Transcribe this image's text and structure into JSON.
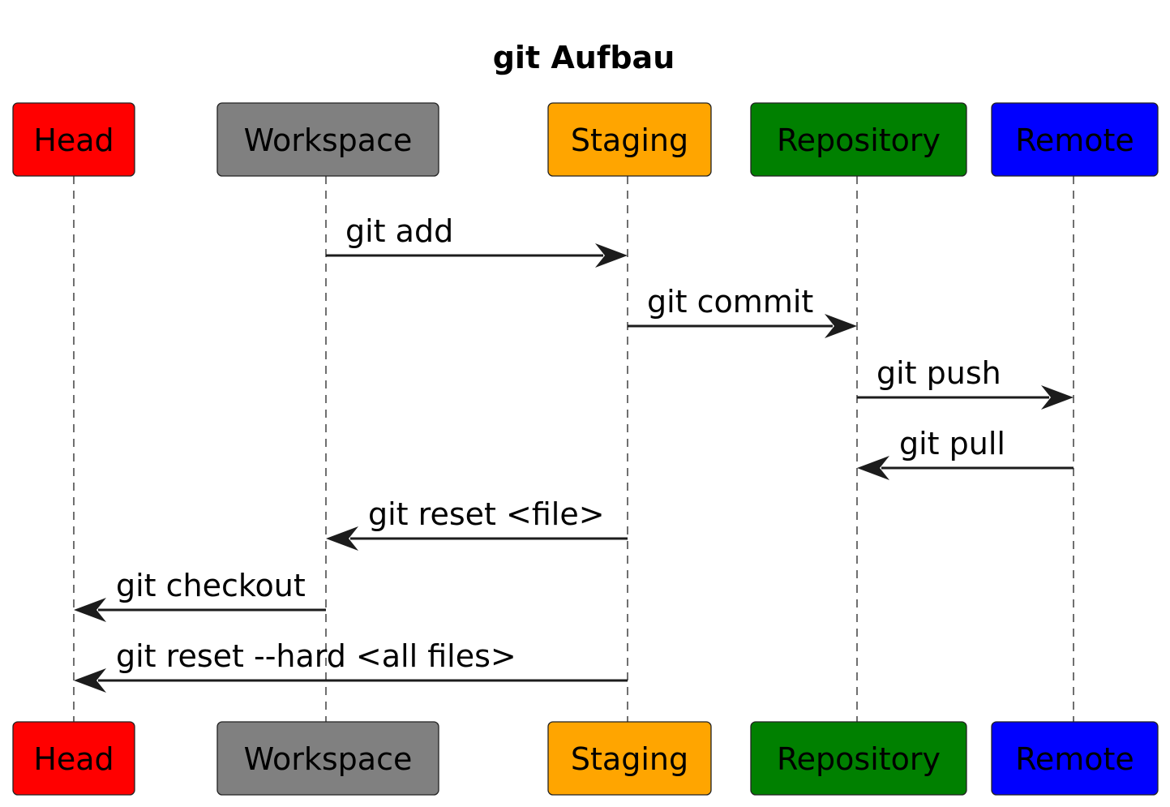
{
  "diagram": {
    "title": "git Aufbau",
    "participants": [
      {
        "id": "head",
        "label": "Head",
        "color": "#ff0000"
      },
      {
        "id": "workspace",
        "label": "Workspace",
        "color": "#808080"
      },
      {
        "id": "staging",
        "label": "Staging",
        "color": "#ffa500"
      },
      {
        "id": "repository",
        "label": "Repository",
        "color": "#008000"
      },
      {
        "id": "remote",
        "label": "Remote",
        "color": "#0000ff"
      }
    ],
    "messages": [
      {
        "from": "workspace",
        "to": "staging",
        "label": "git add"
      },
      {
        "from": "staging",
        "to": "repository",
        "label": "git commit"
      },
      {
        "from": "repository",
        "to": "remote",
        "label": "git push"
      },
      {
        "from": "remote",
        "to": "repository",
        "label": "git pull"
      },
      {
        "from": "staging",
        "to": "workspace",
        "label": "git reset <file>"
      },
      {
        "from": "workspace",
        "to": "head",
        "label": "git checkout"
      },
      {
        "from": "staging",
        "to": "head",
        "label": "git reset --hard <all files>"
      }
    ]
  }
}
